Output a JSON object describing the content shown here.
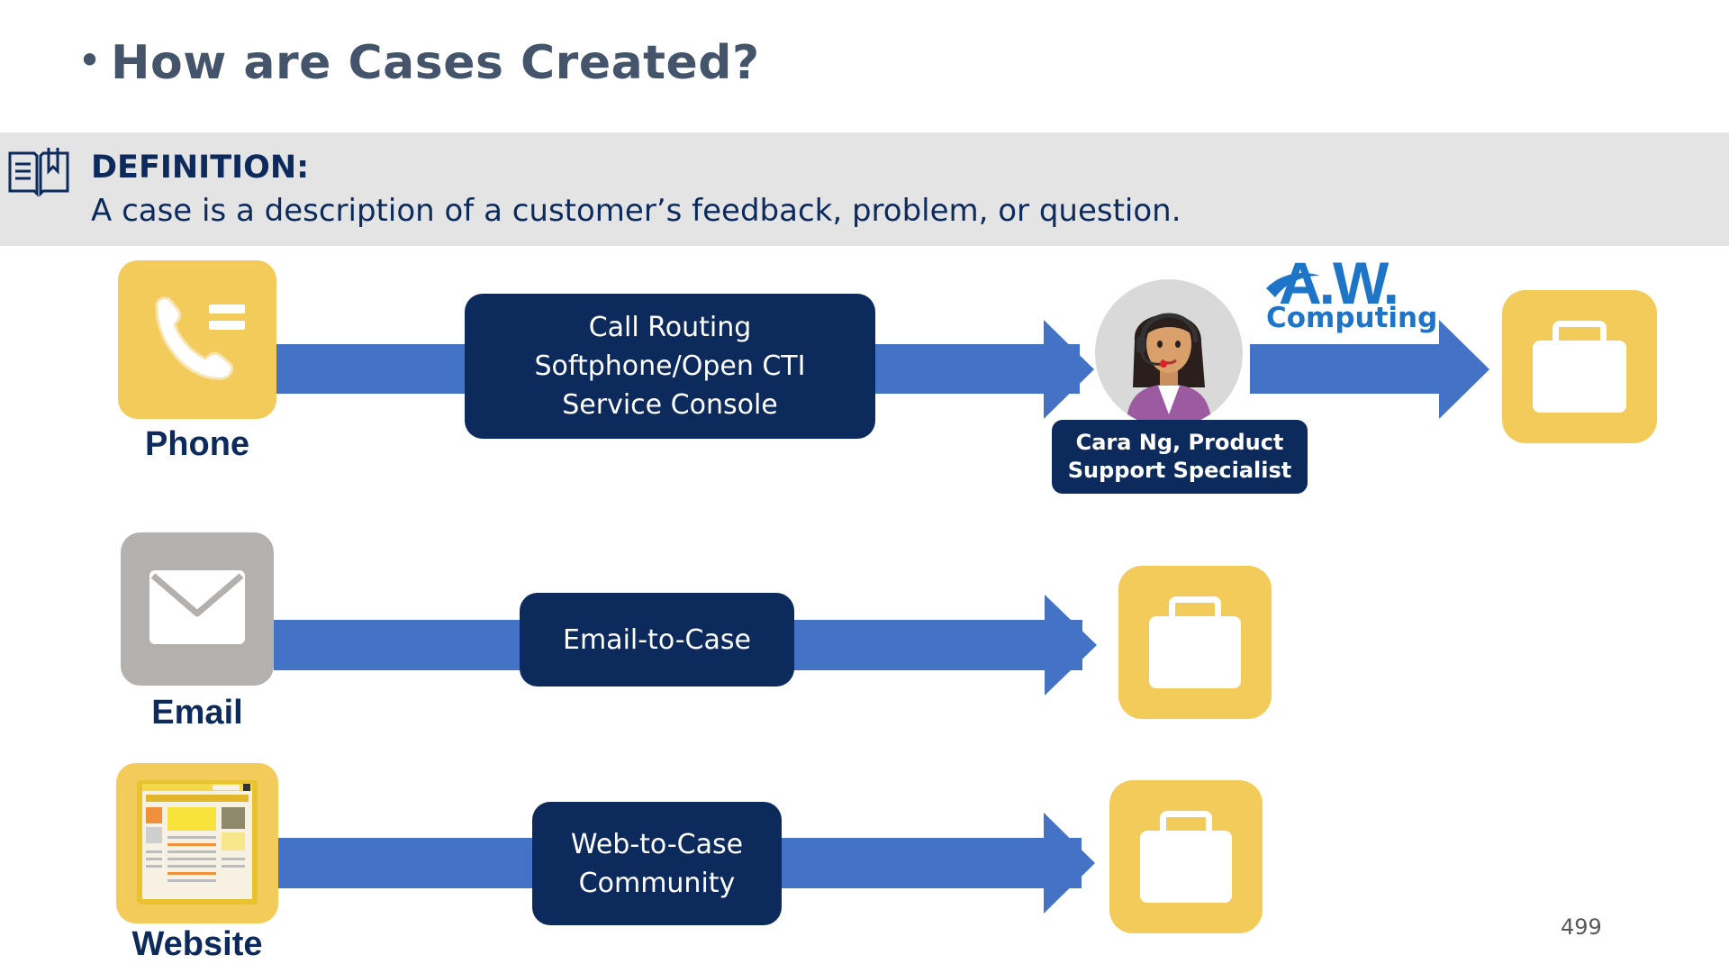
{
  "header": {
    "bullet": "•",
    "title": "How are Cases Created?"
  },
  "definition": {
    "icon": "book-icon",
    "heading": "DEFINITION:",
    "text": "A case is a description of a customer’s feedback, problem, or question."
  },
  "channels": {
    "phone": {
      "label": "Phone",
      "icon": "phone-icon",
      "process_lines": [
        "Call Routing",
        "Softphone/Open CTI",
        "Service Console"
      ]
    },
    "email": {
      "label": "Email",
      "icon": "envelope-icon",
      "process_lines": [
        "Email-to-Case"
      ]
    },
    "website": {
      "label": "Website",
      "icon": "webpage-icon",
      "process_lines": [
        "Web-to-Case",
        "Community"
      ]
    }
  },
  "agent": {
    "name_line1": "Cara Ng, Product",
    "name_line2": "Support Specialist",
    "icon": "support-agent-avatar"
  },
  "logo": {
    "text": "A.W.",
    "subtext": "Computing"
  },
  "case_icon": "briefcase-icon",
  "colors": {
    "accent_blue": "#4472c4",
    "navy": "#0d2a5c",
    "tile_yellow": "#f2cb5a",
    "tile_gray": "#b4b0ad",
    "logo_blue": "#1e74c7"
  },
  "page_number": "499"
}
